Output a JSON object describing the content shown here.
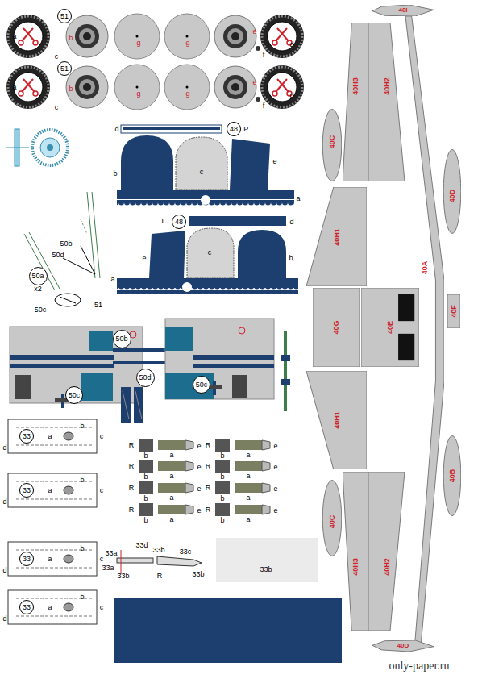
{
  "diagram": {
    "nodes": [
      {
        "text": [
          "51"
        ]
      },
      {
        "text": [
          "51"
        ]
      },
      {
        "text": [
          "48"
        ]
      },
      {
        "text": [
          "48"
        ]
      },
      {
        "text": [
          "50a"
        ]
      },
      {
        "text": [
          "50b"
        ]
      },
      {
        "text": [
          "50d"
        ]
      },
      {
        "text": [
          "50c"
        ]
      },
      {
        "text": [
          "50c"
        ]
      },
      {
        "text": [
          "33"
        ]
      },
      {
        "text": [
          "33"
        ]
      },
      {
        "text": [
          "33"
        ]
      },
      {
        "text": [
          "33"
        ]
      },
      {
        "text": [
          "40I"
        ]
      },
      {
        "text": [
          "40C"
        ]
      },
      {
        "text": [
          "40H3"
        ]
      },
      {
        "text": [
          "40H2"
        ]
      },
      {
        "text": [
          "40D"
        ]
      },
      {
        "text": [
          "40H1"
        ]
      },
      {
        "text": [
          "40A"
        ]
      },
      {
        "text": [
          "40G"
        ]
      },
      {
        "text": [
          "40E"
        ]
      },
      {
        "text": [
          "40F"
        ]
      },
      {
        "text": [
          "40H1"
        ]
      },
      {
        "text": [
          "40B"
        ]
      },
      {
        "text": [
          "40C"
        ]
      },
      {
        "text": [
          "40H3"
        ]
      },
      {
        "text": [
          "40H2"
        ]
      },
      {
        "text": [
          "40D"
        ]
      }
    ],
    "labels": [
      "a",
      "b",
      "c",
      "g",
      "g",
      "e",
      "f",
      "d",
      "a",
      "b",
      "c",
      "g",
      "g",
      "e",
      "f",
      "d",
      "d",
      "b",
      "c",
      "e",
      "a",
      "P.",
      "L",
      "d",
      "e",
      "c",
      "b",
      "a",
      "50b",
      "50d",
      "x2",
      "50c",
      "51",
      "d",
      "a",
      "b",
      "c",
      "d",
      "a",
      "b",
      "c",
      "d",
      "a",
      "b",
      "c",
      "d",
      "a",
      "b",
      "c",
      "R",
      "b",
      "a",
      "e",
      "R",
      "b",
      "a",
      "e",
      "R",
      "b",
      "a",
      "e",
      "R",
      "b",
      "a",
      "e",
      "R",
      "b",
      "a",
      "e",
      "R",
      "b",
      "a",
      "e",
      "R",
      "b",
      "a",
      "e",
      "R",
      "b",
      "a",
      "e",
      "33a",
      "33d",
      "33b",
      "33c",
      "33a",
      "R",
      "33b",
      "33b",
      "33b",
      "only-paper.ru"
    ]
  }
}
